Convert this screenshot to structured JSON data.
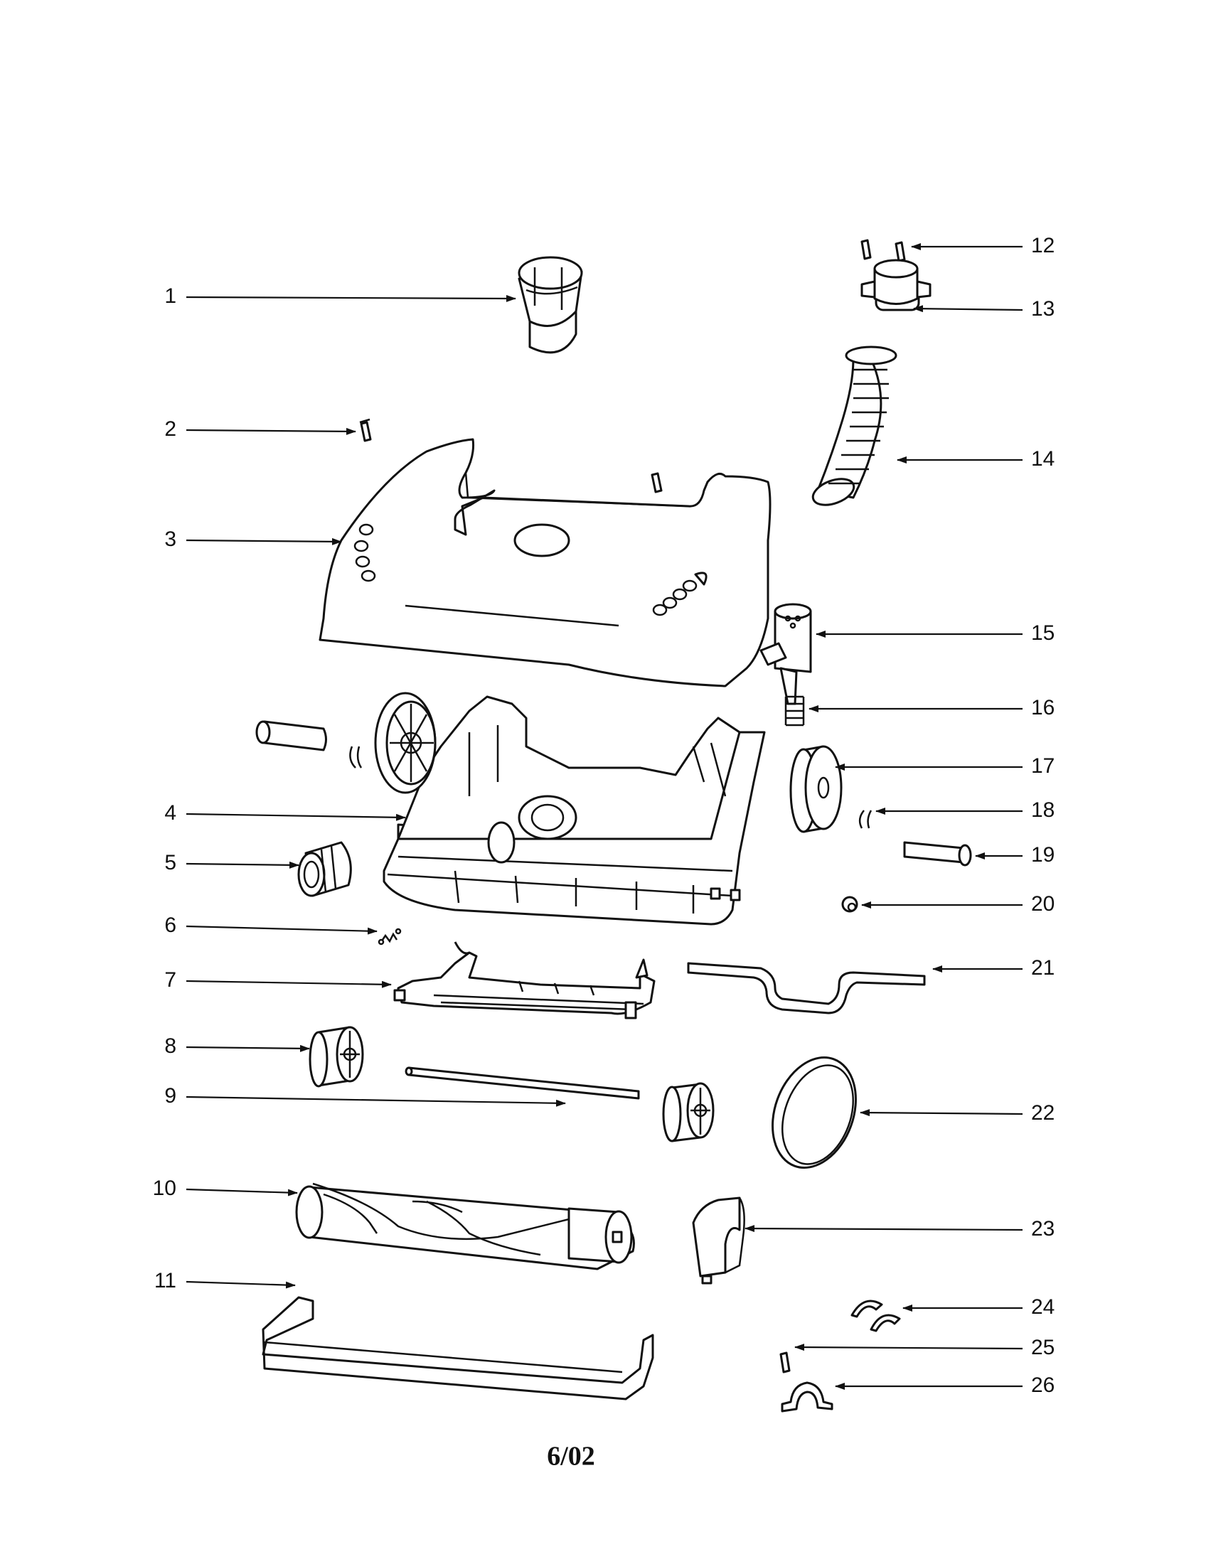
{
  "footer": "6/02",
  "callouts": [
    "1",
    "2",
    "3",
    "4",
    "5",
    "6",
    "7",
    "8",
    "9",
    "10",
    "11",
    "12",
    "13",
    "14",
    "15",
    "16",
    "17",
    "18",
    "19",
    "20",
    "21",
    "22",
    "23",
    "24",
    "25",
    "26"
  ]
}
